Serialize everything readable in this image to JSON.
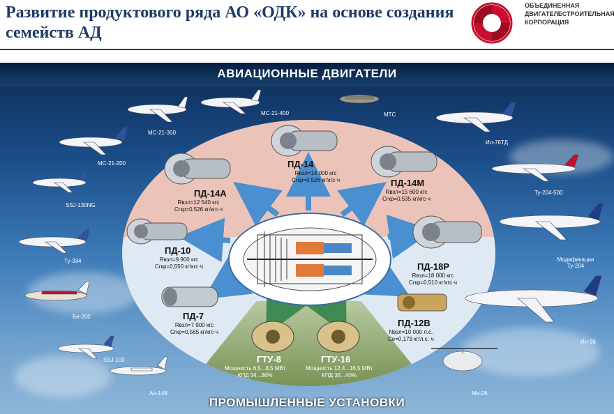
{
  "header": {
    "title": "Развитие продуктового ряда АО «ОДК» на основе создания семейств АД",
    "logo_text_line1": "ОБЪЕДИНЕННАЯ",
    "logo_text_line2": "ДВИГАТЕЛЕСТРОИТЕЛЬНАЯ",
    "logo_text_line3": "КОРПОРАЦИЯ",
    "brand_color": "#c8102e"
  },
  "sections": {
    "top": "АВИАЦИОННЫЕ ДВИГАТЕЛИ",
    "bottom": "ПРОМЫШЛЕННЫЕ УСТАНОВКИ"
  },
  "aircraft": [
    {
      "label": "МС-21-300"
    },
    {
      "label": "МС-21-400"
    },
    {
      "label": "МТС"
    },
    {
      "label": "Ил-76ТД"
    },
    {
      "label": "МС-21-200"
    },
    {
      "label": "Ту-204-500"
    },
    {
      "label": "SSJ-130NG"
    },
    {
      "label": "Модификации Ту-204"
    },
    {
      "label": "Ту-334"
    },
    {
      "label": "Бе-200"
    },
    {
      "label": "Ил-96"
    },
    {
      "label": "SSJ-100"
    },
    {
      "label": "Ан-148"
    },
    {
      "label": "Ми-26"
    }
  ],
  "engines": {
    "pd14": {
      "name": "ПД-14",
      "spec1": "Rвзл=14 000 кгс",
      "spec2": "Сrкр=0,526 кг/кгс·ч"
    },
    "pd14a": {
      "name": "ПД-14А",
      "spec1": "Rвзл=12 540 кгс",
      "spec2": "Сrкр=0,526 кг/кгс·ч"
    },
    "pd14m": {
      "name": "ПД-14М",
      "spec1": "Rвзл=15 600 кгс",
      "spec2": "Сrкр=0,535 кг/кгс·ч"
    },
    "pd10": {
      "name": "ПД-10",
      "spec1": "Rвзл=9 900 кгс",
      "spec2": "Сrкр=0,550 кг/кгс·ч"
    },
    "pd18r": {
      "name": "ПД-18Р",
      "spec1": "Rвзл=18 000 кгс",
      "spec2": "Сrкр=0,510 кг/кгс·ч"
    },
    "pd7": {
      "name": "ПД-7",
      "spec1": "Rвзл=7 900 кгс",
      "spec2": "Сrкр=0,565 кг/кгс·ч"
    },
    "pd12v": {
      "name": "ПД-12В",
      "spec1": "Nвзл=10 000 л.с.",
      "spec2": "Се=0,179 кг/л.с.·ч"
    }
  },
  "gtu": {
    "gtu8": {
      "name": "ГТУ-8",
      "spec1": "Мощность 6,5...8,5 МВт",
      "spec2": "КПД 34...36%"
    },
    "gtu16": {
      "name": "ГТУ-16",
      "spec1": "Мощность 12,4...16,5 МВт",
      "spec2": "КПД 38...40%"
    }
  }
}
